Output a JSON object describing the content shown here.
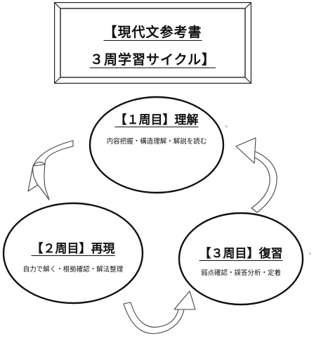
{
  "title": {
    "line1": "【現代文参考書",
    "line2": "３周学習サイクル】"
  },
  "stages": [
    {
      "heading": "【１周目】理解",
      "detail": "内容把握・構造理解・解説を読む"
    },
    {
      "heading": "【２周目】再現",
      "detail": "自力で解く・根拠確認・解法整理"
    },
    {
      "heading": "【３周目】復習",
      "detail": "弱点確認・誤答分析・定着"
    }
  ]
}
